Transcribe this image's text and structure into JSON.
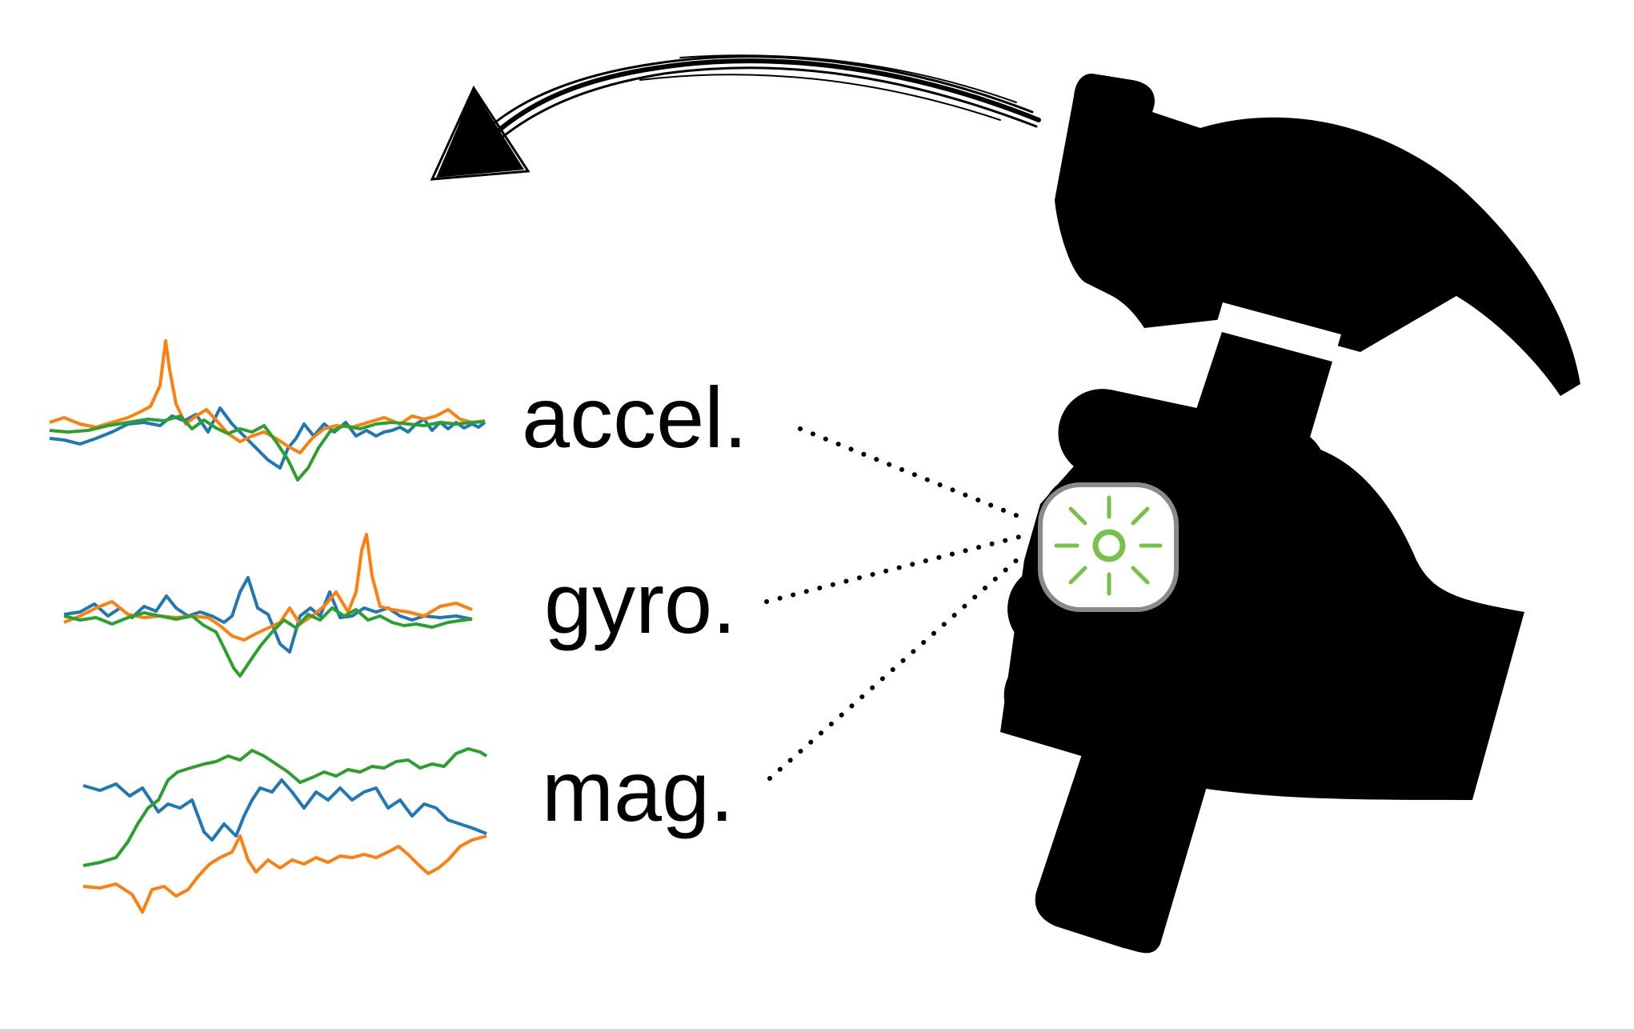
{
  "labels": {
    "accel": "accel.",
    "gyro": "gyro.",
    "mag": "mag."
  },
  "colors": {
    "series_blue": "#1f77b4",
    "series_orange": "#ff7f0e",
    "series_green": "#2ca02c",
    "light_green": "#77c14a",
    "ring_gray": "#8a8a8a",
    "ink": "#000000"
  },
  "icons": [
    "hammer-icon",
    "hand-icon",
    "sensor-light-icon",
    "curved-arrow-icon"
  ]
}
